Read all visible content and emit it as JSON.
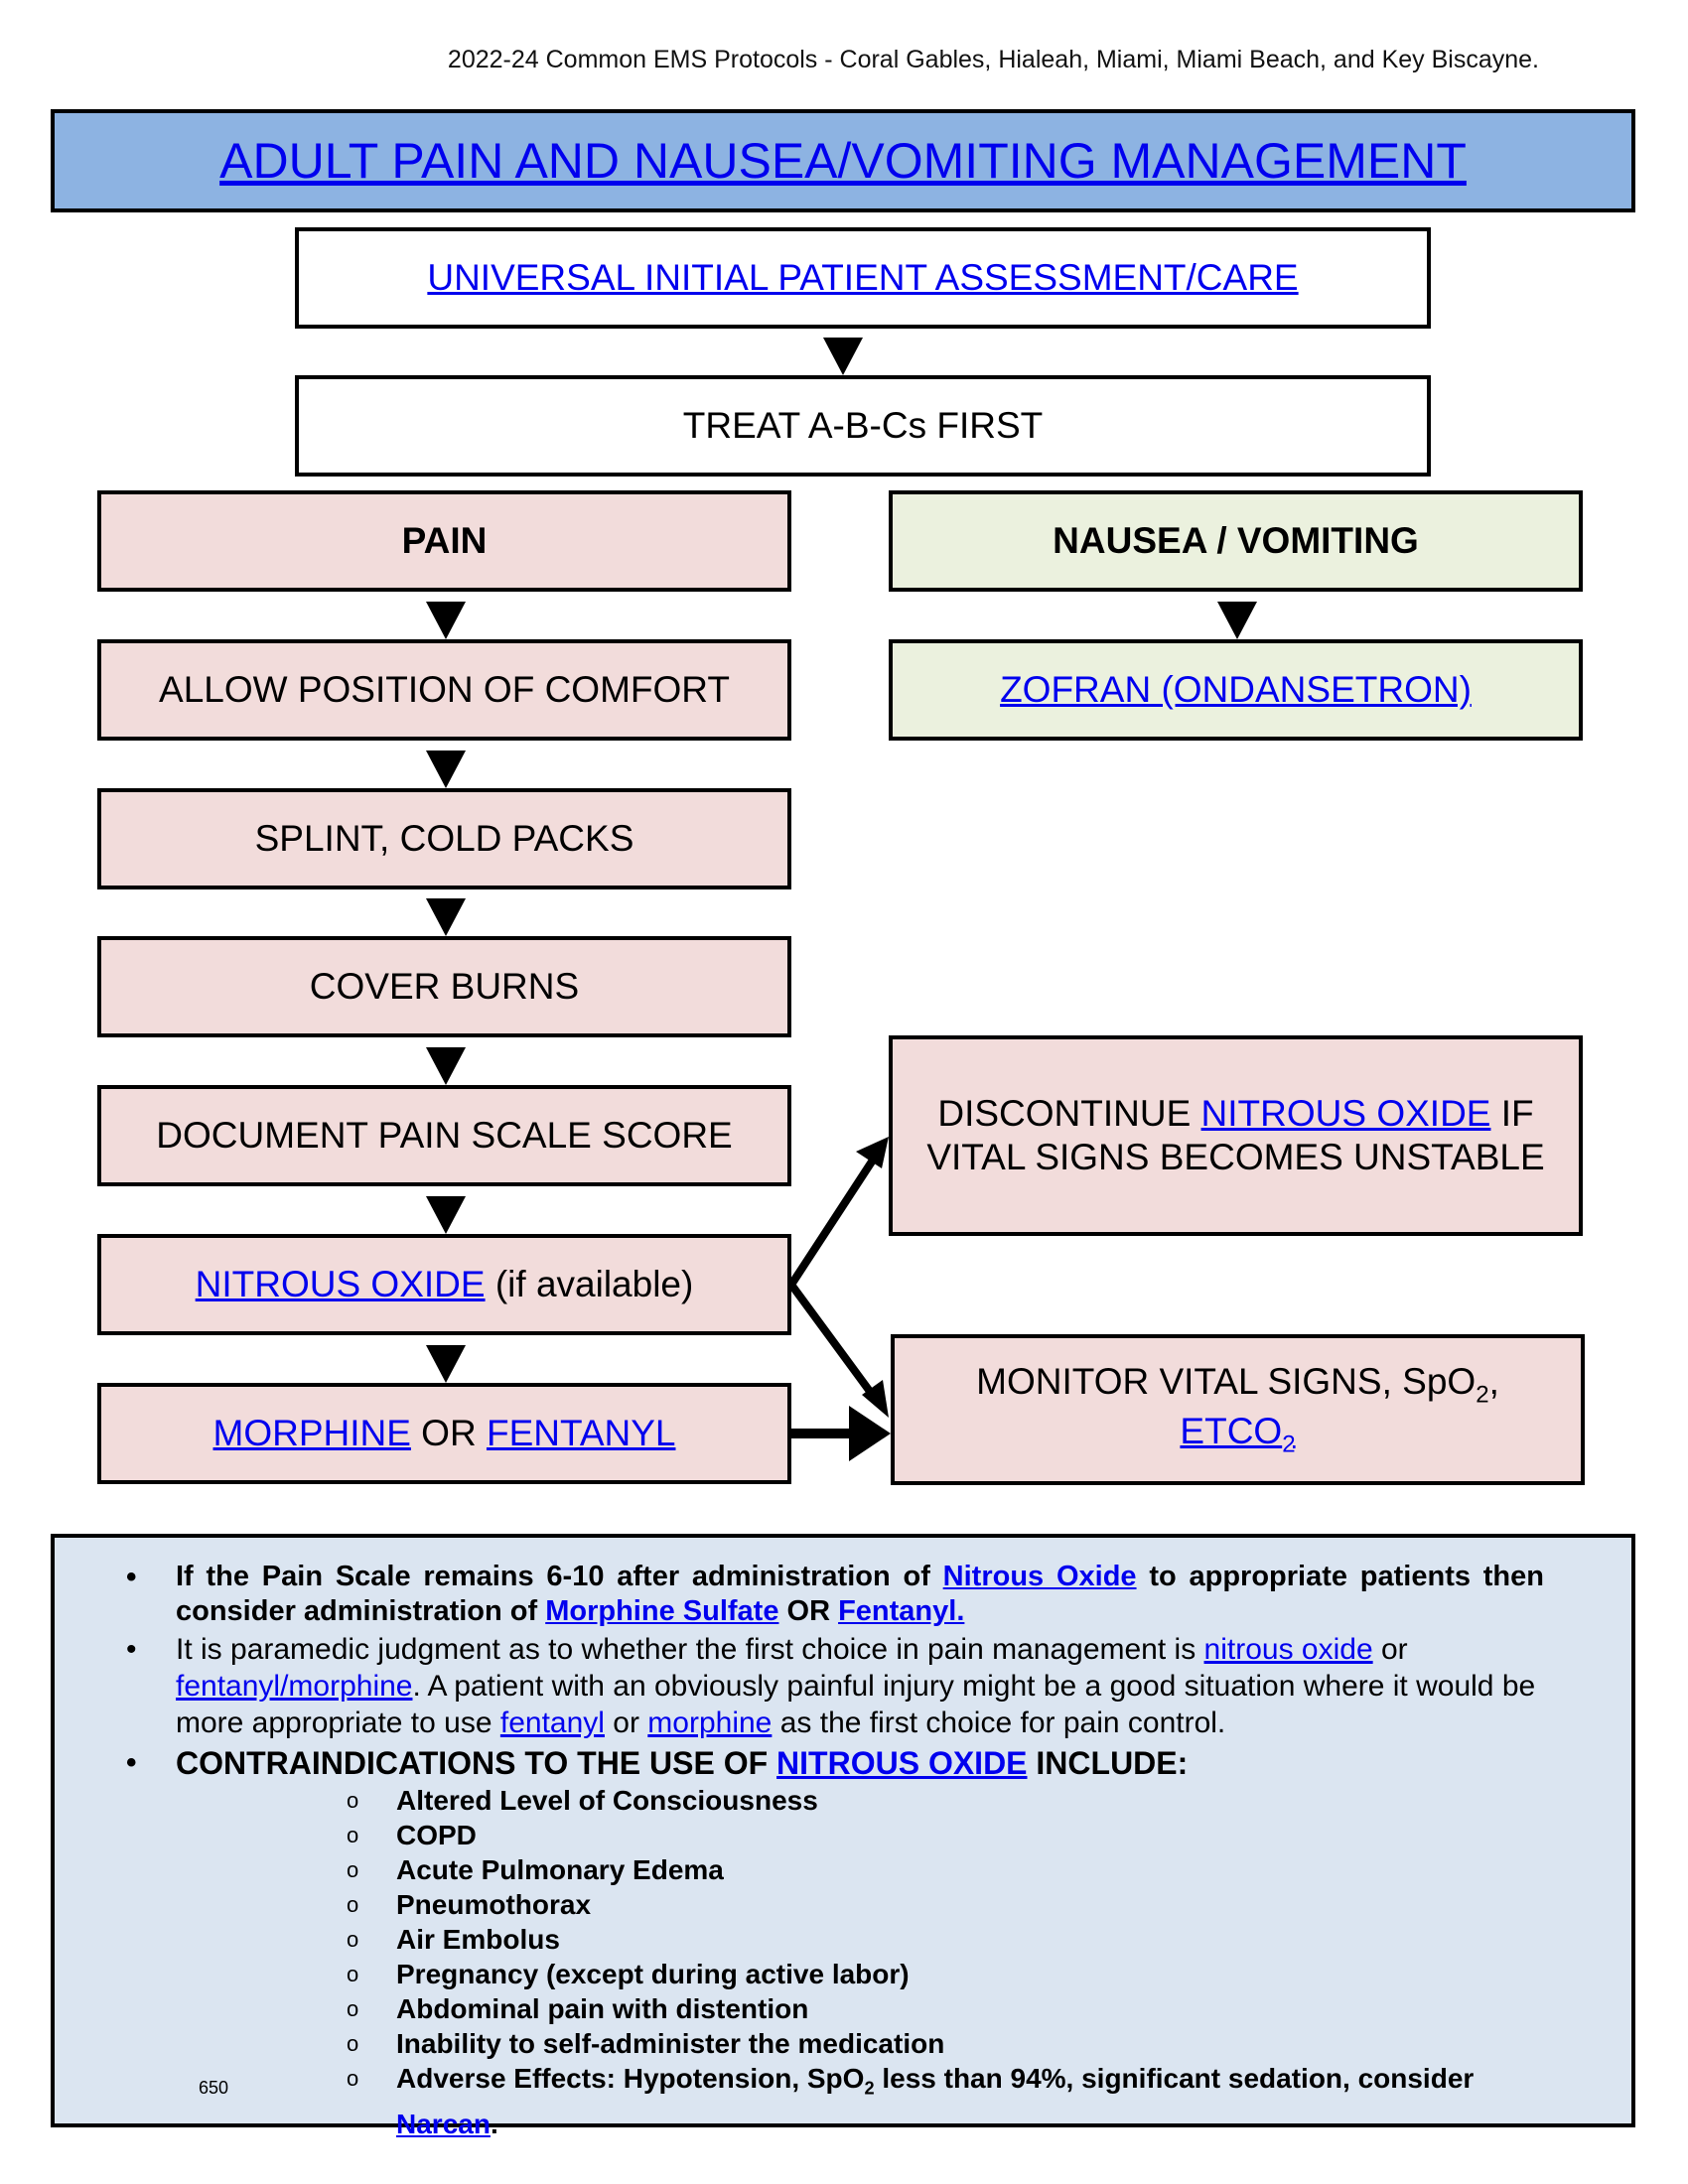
{
  "header": {
    "text": "2022-24 Common EMS Protocols - Coral Gables, Hialeah, Miami, Miami Beach, and Key Biscayne."
  },
  "title": "ADULT PAIN AND NAUSEA/VOMITING MANAGEMENT",
  "colors": {
    "title_bg": "#8db3e2",
    "pain_bg": "#f2dcdb",
    "nausea_bg": "#ebf1de",
    "notes_bg": "#dbe5f1",
    "link": "#0000ee"
  },
  "flow": {
    "assessment": "UNIVERSAL INITIAL PATIENT ASSESSMENT/CARE",
    "abc": "TREAT A-B-Cs FIRST",
    "pain": {
      "header": "PAIN",
      "position": "ALLOW POSITION OF COMFORT",
      "splint": "SPLINT, COLD PACKS",
      "burns": "COVER BURNS",
      "scale": "DOCUMENT PAIN SCALE SCORE",
      "nitrous_link": "NITROUS OXIDE",
      "nitrous_suffix": " (if available)",
      "morphine_link": "MORPHINE",
      "or": " OR ",
      "fentanyl_link": "FENTANYL"
    },
    "nausea": {
      "header": "NAUSEA / VOMITING",
      "zofran_link": "ZOFRAN (ONDANSETRON)"
    },
    "discontinue": {
      "prefix": "DISCONTINUE ",
      "link": "NITROUS OXIDE",
      "suffix": " IF VITAL SIGNS BECOMES UNSTABLE"
    },
    "monitor": {
      "prefix": "MONITOR VITAL SIGNS, SpO",
      "sub2a": "2",
      "comma": ",",
      "etco_link": "ETCO",
      "sub2b": "2"
    }
  },
  "notes": {
    "b1": {
      "t1": "If the Pain Scale remains 6-10 after administration of ",
      "l1": "Nitrous Oxide",
      "t2": " to appropriate patients then consider administration of ",
      "l2": "Morphine Sulfate",
      "t3": " OR ",
      "l3": "Fentanyl."
    },
    "b2": {
      "t1": "It is paramedic judgment as to whether the first choice in pain management is ",
      "l1": "nitrous oxide",
      "t2": " or ",
      "l2": "fentanyl/morphine",
      "t3": ". A patient with an obviously painful injury might be a good situation where it would be more appropriate to use ",
      "l3": "fentanyl",
      "t4": " or ",
      "l4": "morphine",
      "t5": " as the first choice for pain control."
    },
    "b3": {
      "t1": "CONTRAINDICATIONS TO THE USE OF ",
      "l1": "NITROUS OXIDE",
      "t2": " INCLUDE:"
    },
    "contraindications": [
      "Altered Level of Consciousness",
      "COPD",
      "Acute Pulmonary Edema",
      "Pneumothorax",
      "Air Embolus",
      "Pregnancy (except during active labor)",
      "Abdominal pain with distention",
      "Inability to self-administer the medication"
    ],
    "adverse": {
      "t1": "Adverse Effects: Hypotension, SpO",
      "sub": "2",
      "t2": " less than 94%, significant sedation, consider ",
      "link": "Narcan",
      "t3": "."
    },
    "bullet": "•",
    "circle": "o"
  },
  "page_number": "650"
}
